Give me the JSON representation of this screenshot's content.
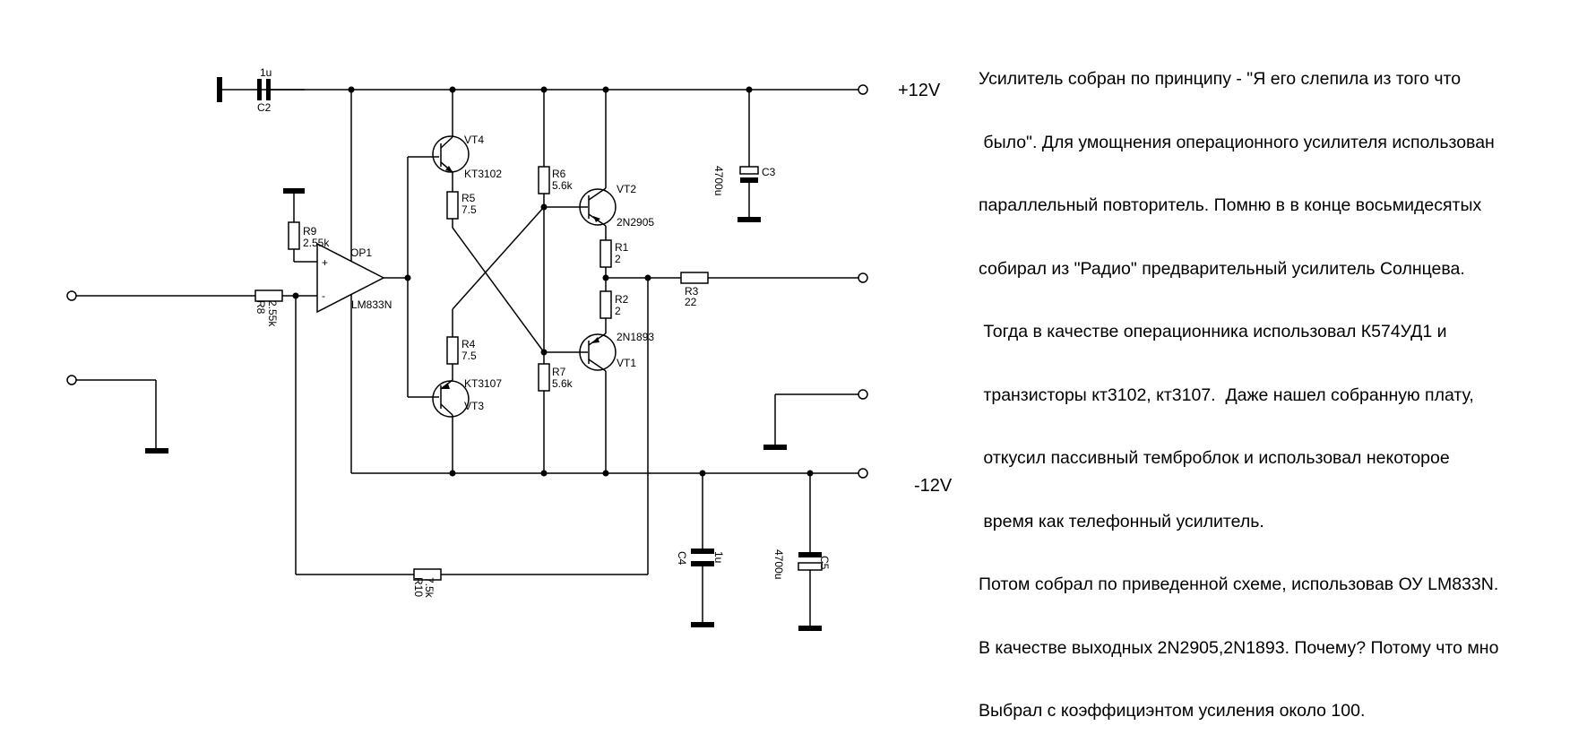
{
  "labels": {
    "c2_value": "1u",
    "c2_name": "C2",
    "vt4": "VT4",
    "vt4_type": "KT3102",
    "r5_name": "R5",
    "r5_value": "7.5",
    "r6_name": "R6",
    "r6_value": "5.6k",
    "vt2": "VT2",
    "vt2_type": "2N2905",
    "r1_name": "R1",
    "r1_value": "2",
    "r2_name": "R2",
    "r2_value": "2",
    "r3_name": "R3",
    "r3_value": "22",
    "r9_name": "R9",
    "r9_value": "2.55k",
    "op1": "OP1",
    "op1_type": "LM833N",
    "plus": "+",
    "minus": "-",
    "r8_name": "R8",
    "r8_value": "2.55k",
    "r4_name": "R4",
    "r4_value": "7.5",
    "vt3_type": "KT3107",
    "vt3": "VT3",
    "r7_name": "R7",
    "r7_value": "5.6k",
    "vt1_type": "2N1893",
    "vt1": "VT1",
    "c3_name": "C3",
    "c3_value": "4700u",
    "c4_name": "C4",
    "c4_value": "1u",
    "c5_name": "C5",
    "c5_value": "4700u",
    "r10_name": "R10",
    "r10_value": "7.5k",
    "v_pos": "+12V",
    "v_neg": "-12V"
  },
  "description": [
    "Усилитель собран по принципу - \"Я его слепила из того что",
    " было\". Для умощнения операционного усилителя использован",
    "параллельный повторитель. Помню в в конце восьмидесятых",
    "собирал из \"Радио\" предварительный усилитель Солнцева.",
    " Тогда в качестве операционника использовал К574УД1 и",
    " транзисторы кт3102, кт3107.  Даже нашел собранную плату,",
    " откусил пассивный темброблок и использовал некоторое",
    " время как телефонный усилитель.",
    "Потом собрал по приведенной схеме, использовав ОУ LM833N.",
    "В качестве выходных 2N2905,2N1893. Почему? Потому что мно",
    "Выбрал с коэффициэнтом усиления около 100."
  ]
}
